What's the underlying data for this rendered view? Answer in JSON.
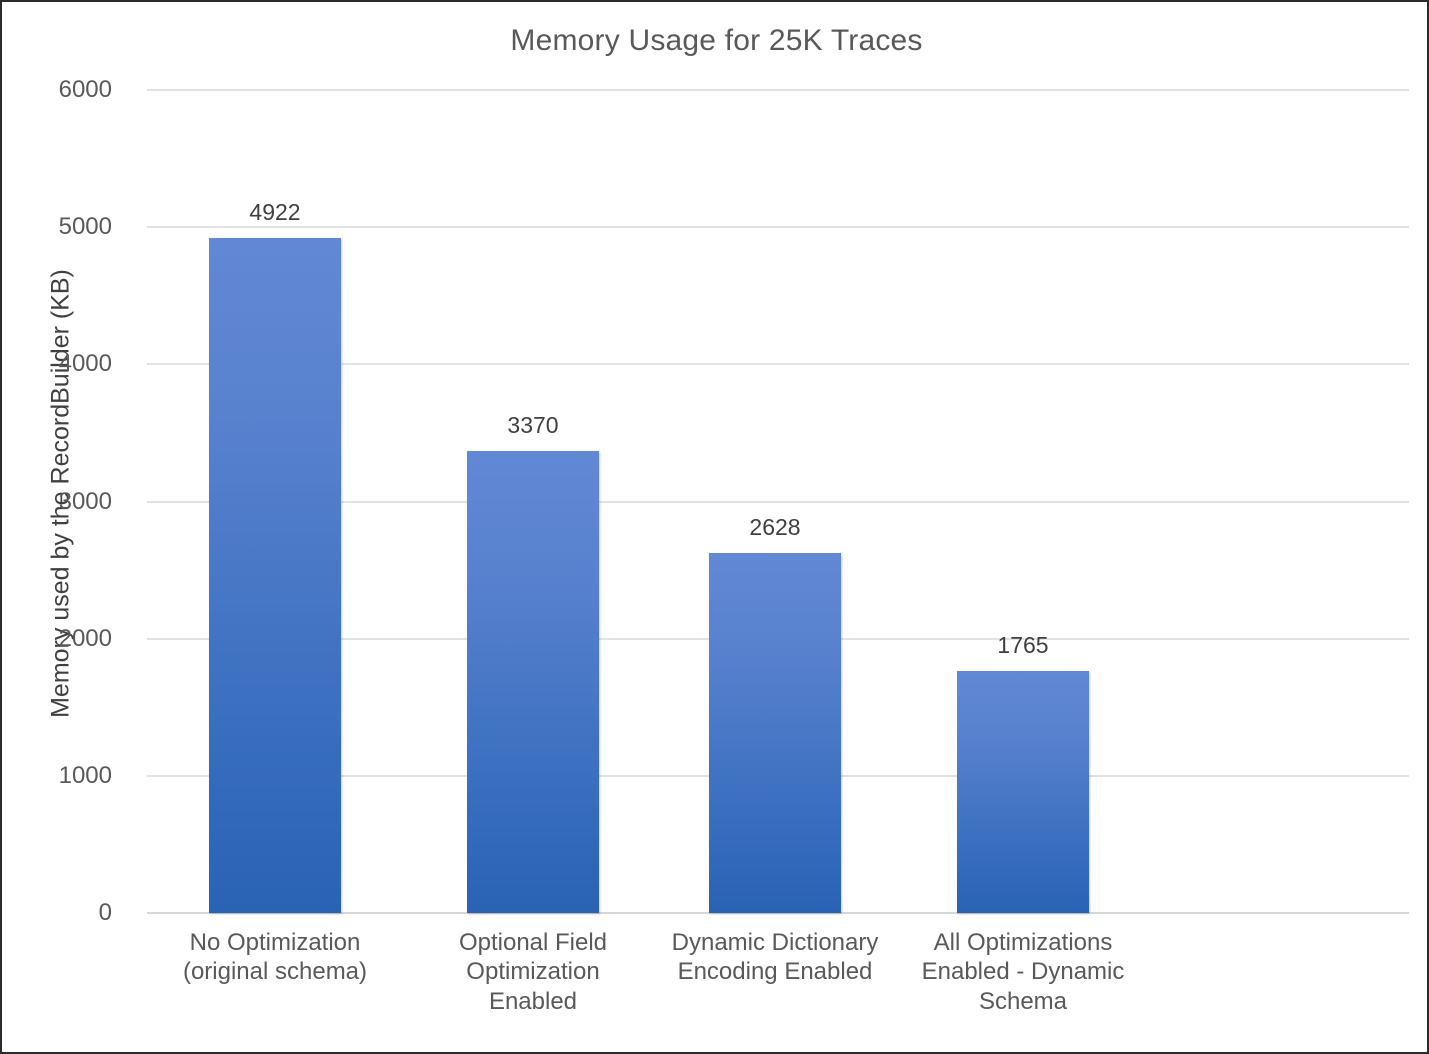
{
  "chart_data": {
    "type": "bar",
    "title": "Memory Usage for 25K Traces",
    "xlabel": "",
    "ylabel": "Memory used by the RecordBuilder (KB)",
    "ylim": [
      0,
      6000
    ],
    "yticks": [
      "0",
      "1000",
      "2000",
      "3000",
      "4000",
      "5000",
      "6000"
    ],
    "ytick_values": [
      0,
      1000,
      2000,
      3000,
      4000,
      5000,
      6000
    ],
    "grid": "horizontal",
    "legend": "none",
    "categories": [
      "No Optimization\n(original schema)",
      "Optional Field\nOptimization\nEnabled",
      "Dynamic Dictionary\nEncoding Enabled",
      "All Optimizations\nEnabled - Dynamic\nSchema"
    ],
    "values": [
      4922,
      3370,
      2628,
      1765
    ],
    "value_labels": [
      "4922",
      "3370",
      "2628",
      "1765"
    ],
    "series": [
      {
        "name": "Memory used by the RecordBuilder (KB)",
        "values": [
          4922,
          3370,
          2628,
          1765
        ]
      }
    ],
    "colors": {
      "bar_top": "#6288d4",
      "bar_bottom": "#2a62b4",
      "gridline": "#e2e2e2",
      "title_text": "#595959",
      "axis_text": "#595959",
      "value_text": "#3f3f3f",
      "frame_border": "#2b2b2b",
      "background": "#ffffff"
    }
  }
}
